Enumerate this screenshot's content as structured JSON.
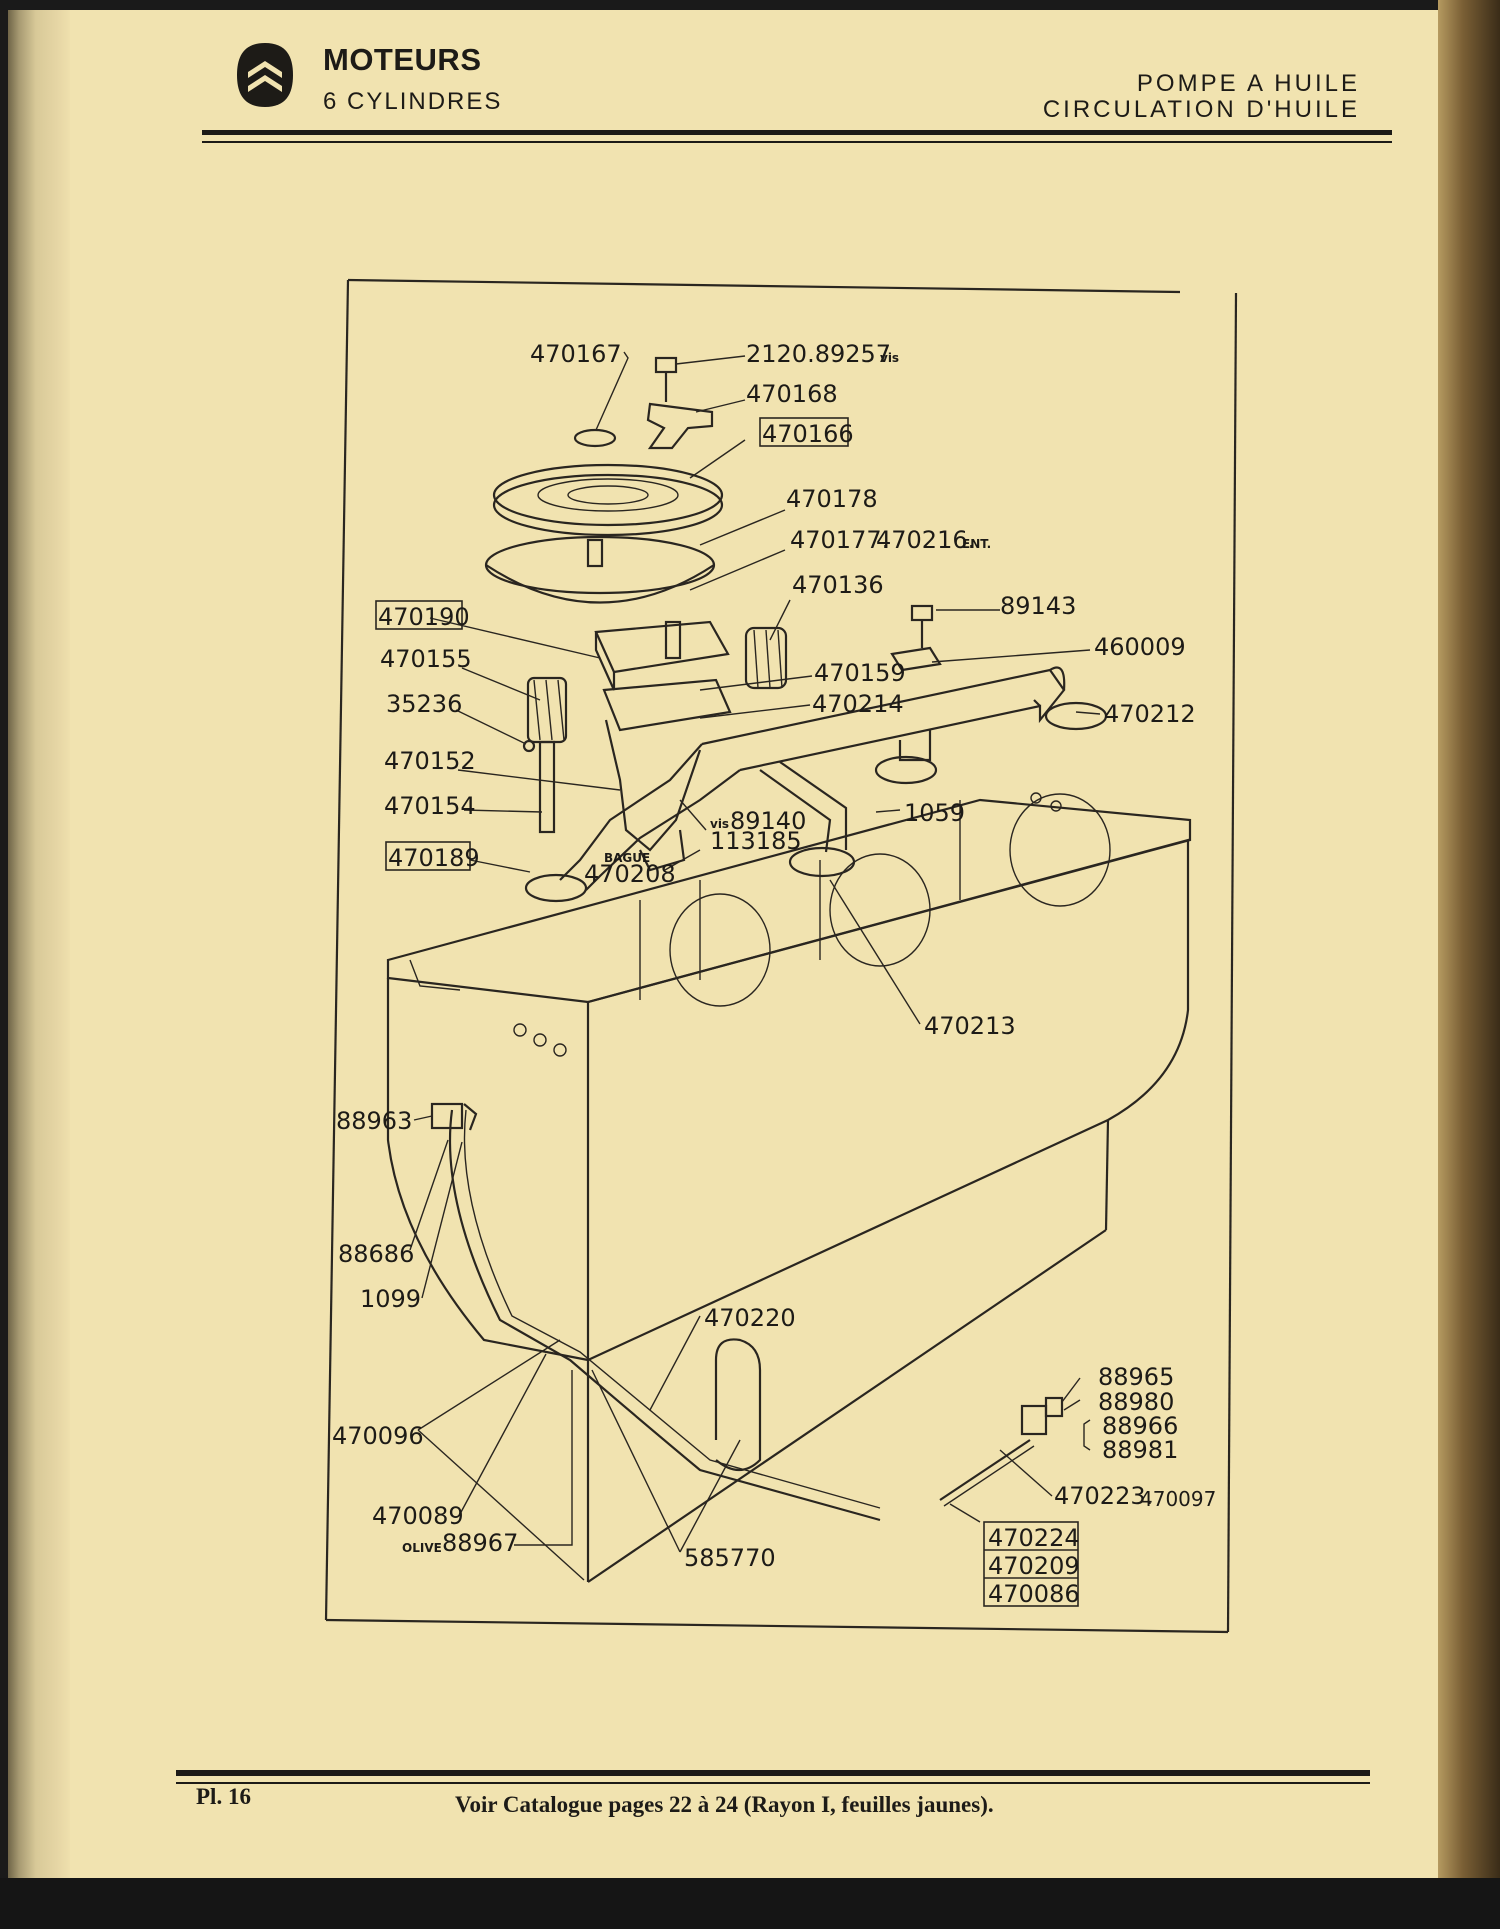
{
  "header": {
    "left_line1": "MOTEURS",
    "left_line2": "6 CYLINDRES",
    "right_line1": "POMPE A HUILE",
    "right_line2": "CIRCULATION D'HUILE"
  },
  "logo": {
    "icon": "citroen-double-chevron-icon"
  },
  "footer": {
    "plate": "Pl. 16",
    "catalogue": "Voir Catalogue pages 22 à 24 (Rayon I, feuilles jaunes)."
  },
  "parts": {
    "p470167": "470167",
    "p2120": "2120.89257",
    "s_vis1": "vis",
    "p470168": "470168",
    "p470166": "470166",
    "p470178": "470178",
    "p470177": "470177.",
    "p470216": "470216.",
    "s_ent": "ENT.",
    "p470136": "470136",
    "p89143": "89143",
    "p460009": "460009",
    "p470190": "470190",
    "p470155": "470155",
    "p470159": "470159",
    "p35236": "35236",
    "p470214": "470214",
    "p470212": "470212",
    "p470152": "470152",
    "p470154": "470154",
    "p1059": "1059",
    "s_vis2": "vis",
    "p89140": "89140",
    "p113185": "113185",
    "s_bague": "BAGUE",
    "p470189": "470189",
    "p470208": "470208",
    "p470213": "470213",
    "p88963": "88963",
    "p88686": "88686",
    "p1099": "1099",
    "p470220": "470220",
    "p88965": "88965",
    "p88980": "88980",
    "p88966": "88966",
    "p88981": "88981",
    "p470096": "470096",
    "p470223": "470223.",
    "p470097": "470097",
    "p470089": "470089",
    "s_olive": "OLIVE",
    "p88967": "88967",
    "p585770": "585770",
    "p470224": "470224",
    "p470209": "470209",
    "p470086": "470086"
  }
}
